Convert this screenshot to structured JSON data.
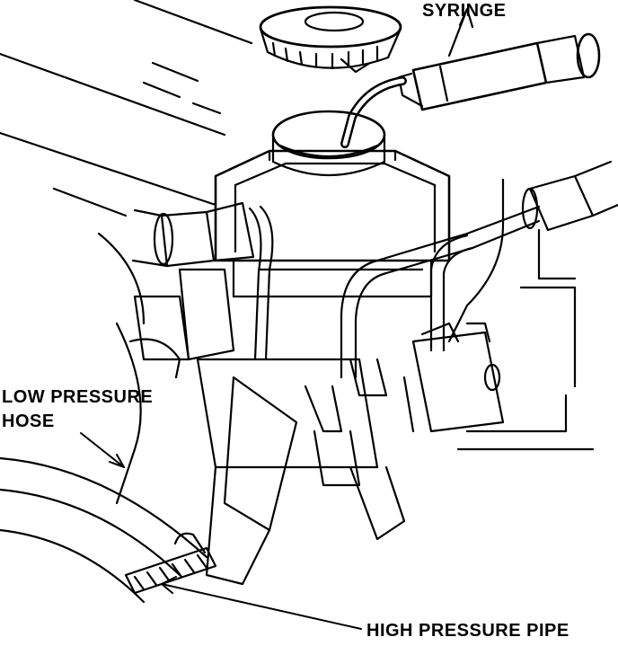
{
  "labels": {
    "syringe": "SYRINGE",
    "low_pressure_line1": "LOW PRESSURE",
    "low_pressure_line2": "HOSE",
    "high_pressure": "HIGH PRESSURE PIPE"
  },
  "colors": {
    "ink": "#000000",
    "paper": "#ffffff"
  }
}
